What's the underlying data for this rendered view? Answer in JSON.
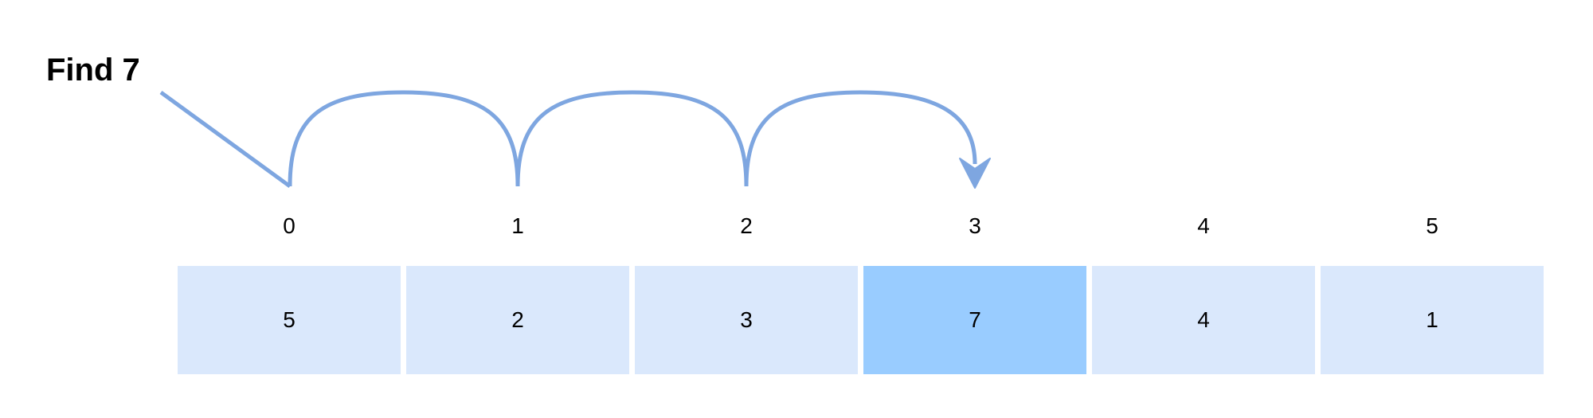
{
  "title": "Find 7",
  "target_value": "7",
  "indices": [
    "0",
    "1",
    "2",
    "3",
    "4",
    "5"
  ],
  "values": [
    "5",
    "2",
    "3",
    "7",
    "4",
    "1"
  ],
  "highlighted_index": 3,
  "colors": {
    "cell_fill": "#dae8fc",
    "target_fill": "#99ccff",
    "arrow_stroke": "#7ea6e0",
    "text": "#000000"
  }
}
